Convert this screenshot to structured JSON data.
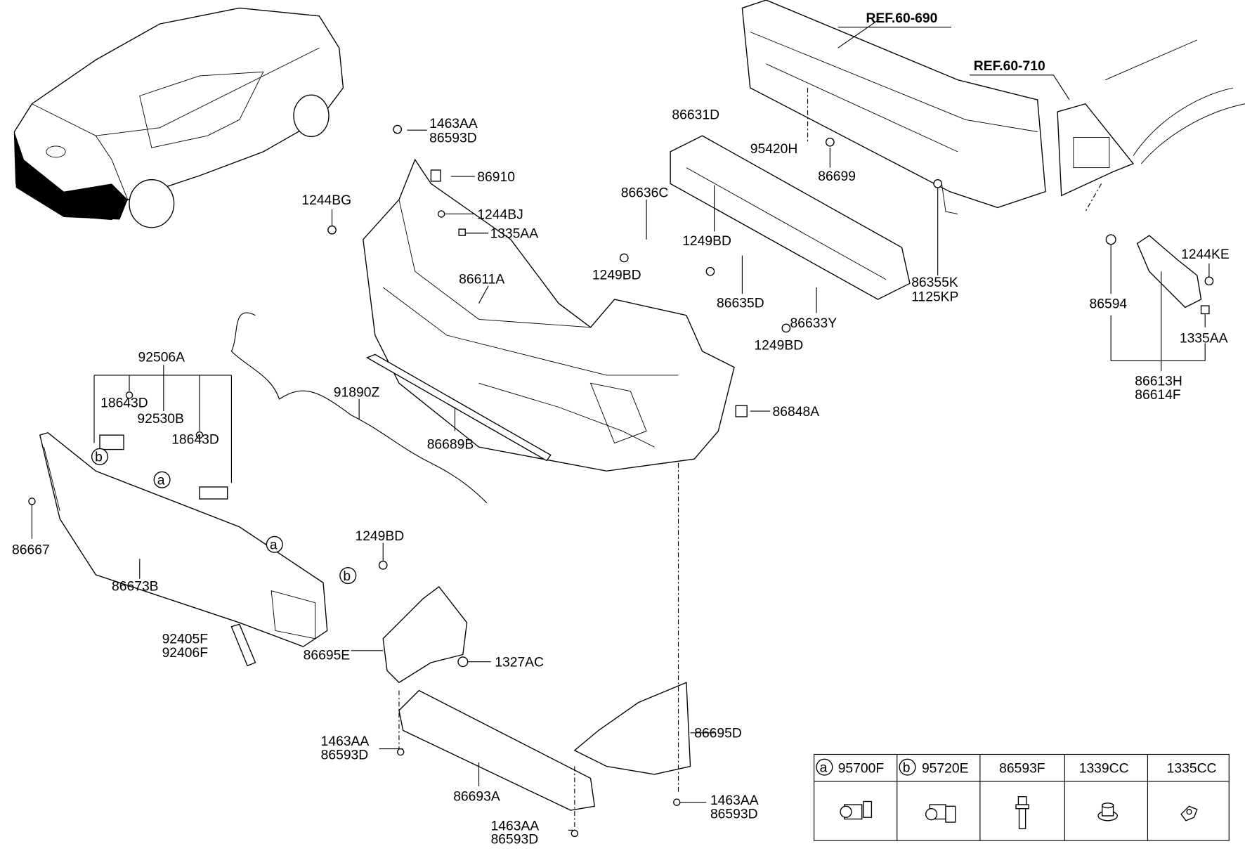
{
  "references": {
    "ref1": "REF.60-690",
    "ref2": "REF.60-710"
  },
  "labels": {
    "p1463AA_top": "1463AA",
    "p86593D_top": "86593D",
    "p86910": "86910",
    "p1244BG": "1244BG",
    "p1244BJ": "1244BJ",
    "p1335AA_left": "1335AA",
    "p86611A": "86611A",
    "p86631D": "86631D",
    "p95420H": "95420H",
    "p86699": "86699",
    "p86636C": "86636C",
    "p1249BD_a": "1249BD",
    "p1249BD_b": "1249BD",
    "p1249BD_c": "1249BD",
    "p86635D": "86635D",
    "p86633Y": "86633Y",
    "p86355K": "86355K",
    "p1125KP": "1125KP",
    "p1244KE": "1244KE",
    "p86594": "86594",
    "p1335AA_right": "1335AA",
    "p86613H": "86613H",
    "p86614F": "86614F",
    "p92506A": "92506A",
    "p18643D_a": "18643D",
    "p92530B": "92530B",
    "p18643D_b": "18643D",
    "p91890Z": "91890Z",
    "p86689B": "86689B",
    "p86848A": "86848A",
    "p86667": "86667",
    "p86673B": "86673B",
    "p1249BD_d": "1249BD",
    "p92405F": "92405F",
    "p92406F": "92406F",
    "p86695E": "86695E",
    "p1327AC": "1327AC",
    "p1463AA_a": "1463AA",
    "p86593D_a": "86593D",
    "p86693A": "86693A",
    "p1463AA_b": "1463AA",
    "p86593D_b": "86593D",
    "p86695D": "86695D",
    "p1463AA_c": "1463AA",
    "p86593D_c": "86593D",
    "callout_a": "a",
    "callout_b": "b"
  },
  "legend_table": [
    {
      "marker": "a",
      "part": "95700F"
    },
    {
      "marker": "b",
      "part": "95720E"
    },
    {
      "marker": "",
      "part": "86593F"
    },
    {
      "marker": "",
      "part": "1339CC"
    },
    {
      "marker": "",
      "part": "1335CC"
    }
  ]
}
